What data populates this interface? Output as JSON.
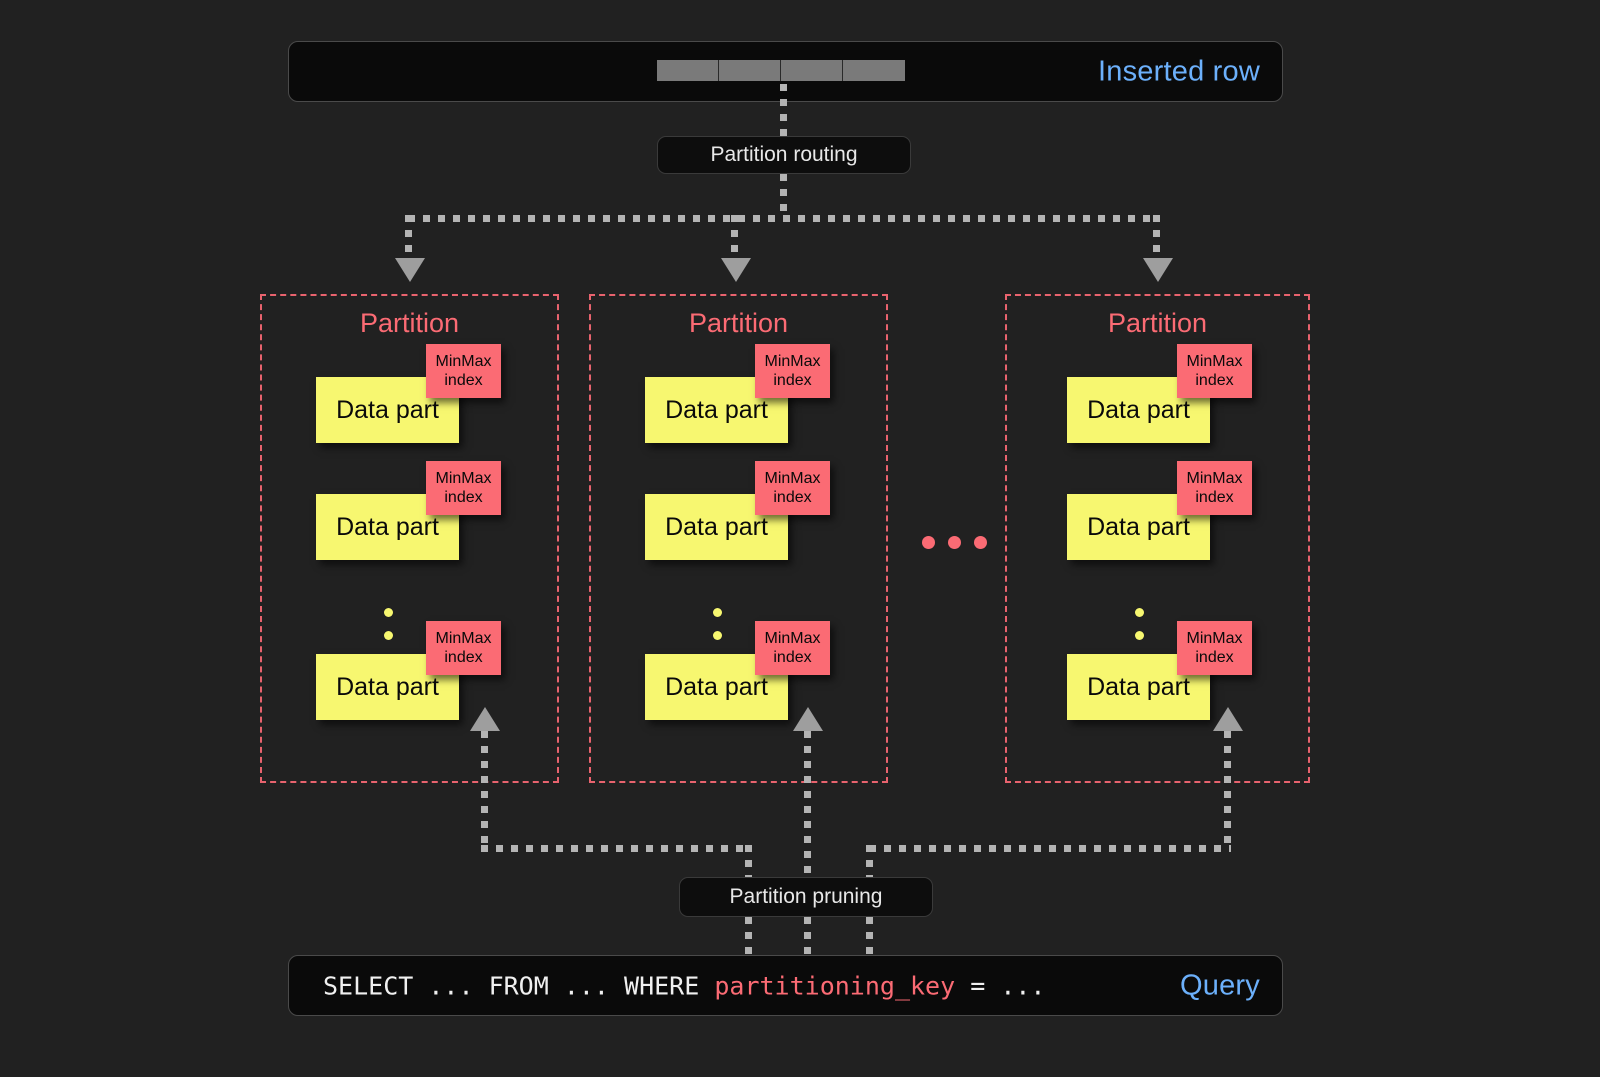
{
  "colors": {
    "background": "#212121",
    "panel": "#0a0a0a",
    "accent_blue": "#6cb0fb",
    "accent_red": "#fb6b74",
    "accent_yellow": "#f7f770",
    "dotted_gray": "#b4b4b4",
    "arrow_gray": "#9e9e9e",
    "row_cell_gray": "#7a7a7a"
  },
  "top": {
    "label": "Inserted row",
    "cell_count": 4,
    "routing_label": "Partition routing"
  },
  "partitions": [
    {
      "title": "Partition",
      "parts": [
        {
          "label": "Data part",
          "index_line1": "MinMax",
          "index_line2": "index"
        },
        {
          "label": "Data part",
          "index_line1": "MinMax",
          "index_line2": "index"
        },
        {
          "label": "Data part",
          "index_line1": "MinMax",
          "index_line2": "index"
        }
      ]
    },
    {
      "title": "Partition",
      "parts": [
        {
          "label": "Data part",
          "index_line1": "MinMax",
          "index_line2": "index"
        },
        {
          "label": "Data part",
          "index_line1": "MinMax",
          "index_line2": "index"
        },
        {
          "label": "Data part",
          "index_line1": "MinMax",
          "index_line2": "index"
        }
      ]
    },
    {
      "title": "Partition",
      "parts": [
        {
          "label": "Data part",
          "index_line1": "MinMax",
          "index_line2": "index"
        },
        {
          "label": "Data part",
          "index_line1": "MinMax",
          "index_line2": "index"
        },
        {
          "label": "Data part",
          "index_line1": "MinMax",
          "index_line2": "index"
        }
      ]
    }
  ],
  "bottom": {
    "pruning_label": "Partition pruning",
    "query_prefix": "SELECT ... FROM ... WHERE ",
    "query_keyword": "partitioning_key",
    "query_suffix": " = ...",
    "query_label": "Query"
  }
}
